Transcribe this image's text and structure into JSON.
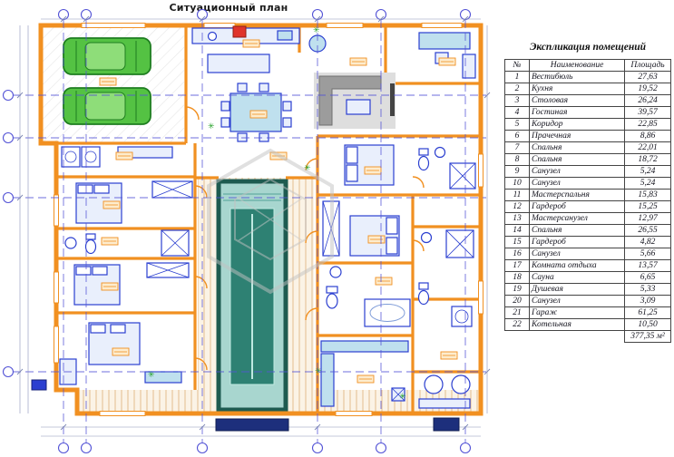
{
  "plan": {
    "title": "Ситуационный план"
  },
  "explication": {
    "title": "Экспликация помещений",
    "headers": {
      "num": "№",
      "name": "Наименование",
      "area": "Площадь"
    },
    "rows": [
      {
        "num": "1",
        "name": "Вестибюль",
        "area": "27,63"
      },
      {
        "num": "2",
        "name": "Кухня",
        "area": "19,52"
      },
      {
        "num": "3",
        "name": "Столовая",
        "area": "26,24"
      },
      {
        "num": "4",
        "name": "Гостиная",
        "area": "39,57"
      },
      {
        "num": "5",
        "name": "Коридор",
        "area": "22,85"
      },
      {
        "num": "6",
        "name": "Прачечная",
        "area": "8,86"
      },
      {
        "num": "7",
        "name": "Спальня",
        "area": "22,01"
      },
      {
        "num": "8",
        "name": "Спальня",
        "area": "18,72"
      },
      {
        "num": "9",
        "name": "Санузел",
        "area": "5,24"
      },
      {
        "num": "10",
        "name": "Санузел",
        "area": "5,24"
      },
      {
        "num": "11",
        "name": "Мастерспальня",
        "area": "15,83"
      },
      {
        "num": "12",
        "name": "Гардероб",
        "area": "15,25"
      },
      {
        "num": "13",
        "name": "Мастерсанузел",
        "area": "12,97"
      },
      {
        "num": "14",
        "name": "Спальня",
        "area": "26,55"
      },
      {
        "num": "15",
        "name": "Гардероб",
        "area": "4,82"
      },
      {
        "num": "16",
        "name": "Санузел",
        "area": "5,66"
      },
      {
        "num": "17",
        "name": "Комната отдыха",
        "area": "13,57"
      },
      {
        "num": "18",
        "name": "Сауна",
        "area": "6,65"
      },
      {
        "num": "19",
        "name": "Душевая",
        "area": "5,33"
      },
      {
        "num": "20",
        "name": "Санузел",
        "area": "3,09"
      },
      {
        "num": "21",
        "name": "Гараж",
        "area": "61,25"
      },
      {
        "num": "22",
        "name": "Котельная",
        "area": "10,50"
      }
    ],
    "total_area": "377,35 м²"
  },
  "icons": {
    "plant": "✳"
  },
  "colors": {
    "wall": "#f19021",
    "furniture": "#2b3fd0",
    "car": "#54c243",
    "pool_water": "#2e8173",
    "axis": "#5353d6",
    "deck": "#fbf3e6"
  }
}
